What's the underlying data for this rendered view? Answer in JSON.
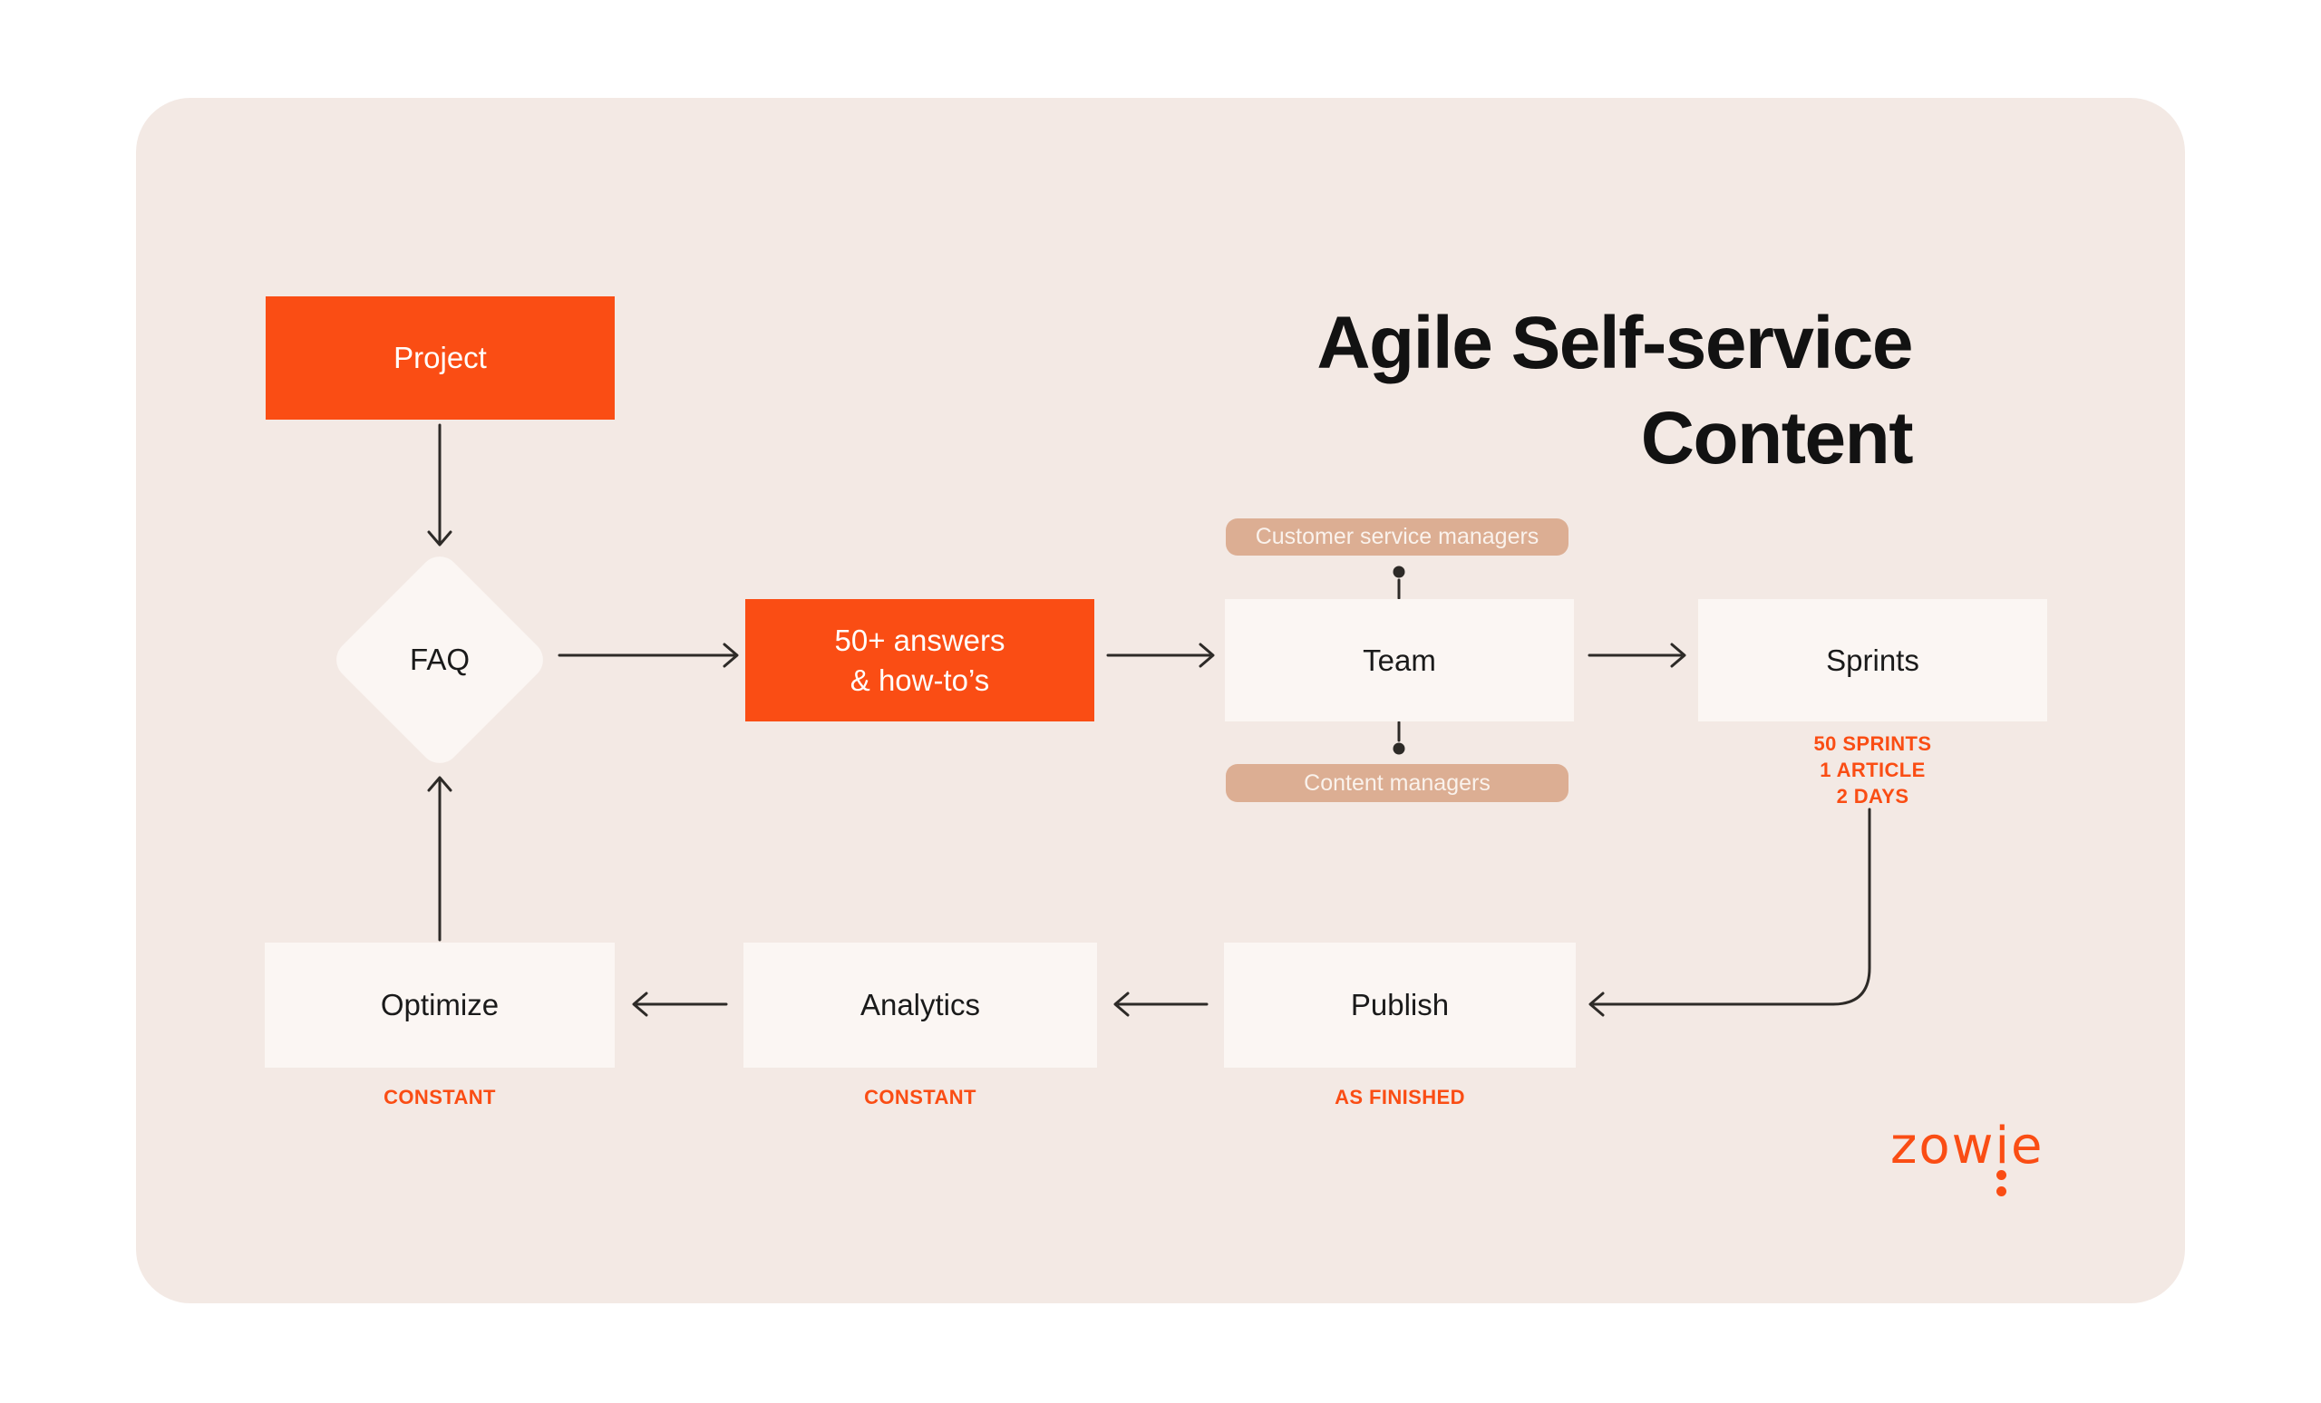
{
  "title": "Agile Self-service\nContent",
  "colors": {
    "accent_orange": "#FA4D14",
    "canvas_pink": "#F3E9E4",
    "node_cream": "#FBF6F3",
    "badge_tan": "#DCAE93",
    "connector_line": "#2D2A27",
    "ink": "#121212"
  },
  "nodes": {
    "project": {
      "label": "Project"
    },
    "faq": {
      "label": "FAQ"
    },
    "answers": {
      "label": "50+ answers\n& how-to’s"
    },
    "team": {
      "label": "Team"
    },
    "sprints": {
      "label": "Sprints",
      "note": "50 SPRINTS\n1 ARTICLE\n2 DAYS"
    },
    "publish": {
      "label": "Publish",
      "note": "AS FINISHED"
    },
    "analytics": {
      "label": "Analytics",
      "note": "CONSTANT"
    },
    "optimize": {
      "label": "Optimize",
      "note": "CONSTANT"
    }
  },
  "badges": {
    "top": "Customer service managers",
    "bottom": "Content managers"
  },
  "logo": {
    "text": "zowie"
  }
}
